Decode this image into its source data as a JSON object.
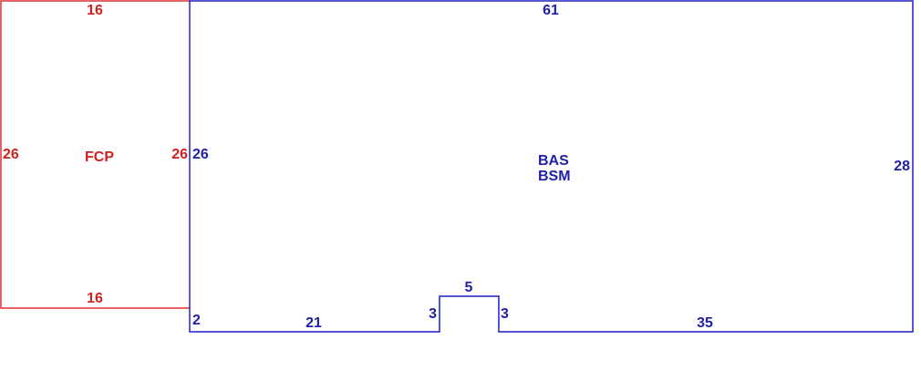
{
  "colors": {
    "fcp_stroke": "#e03030",
    "fcp_text": "#cc2222",
    "main_stroke": "#2020c8",
    "main_text": "#1f1fa8",
    "background": "#ffffff"
  },
  "fcp": {
    "name": "FCP",
    "dimensions": {
      "top": "16",
      "bottom": "16",
      "left": "26",
      "right": "26"
    }
  },
  "main_area": {
    "names": [
      "BAS",
      "BSM"
    ],
    "dimensions": {
      "top": "61",
      "left": "26",
      "right": "28",
      "bottom_left_step": "2",
      "bottom_segment_1": "21",
      "notch_left": "3",
      "notch_top": "5",
      "notch_right": "3",
      "bottom_segment_2": "35"
    }
  }
}
